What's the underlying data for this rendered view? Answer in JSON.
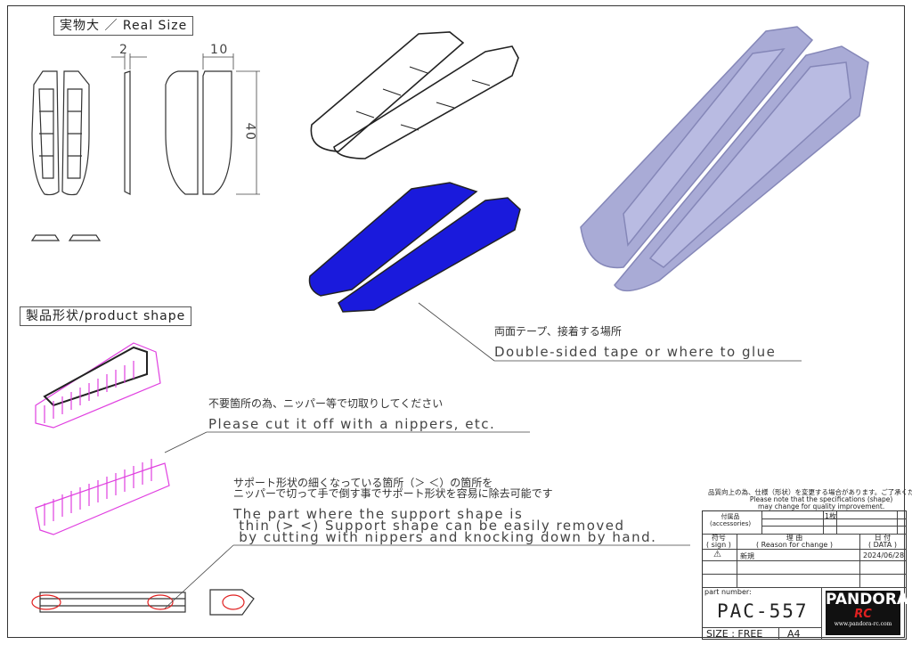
{
  "labels": {
    "real_size": "実物大 ／ Real Size",
    "product_shape": "製品形状/product shape"
  },
  "dimensions": {
    "thickness": "2",
    "width": "10",
    "height": "40"
  },
  "notes": {
    "tape_jp": "両面テープ、接着する場所",
    "tape_en": "Double-sided tape or where to glue",
    "cut_jp": "不要箇所の為、ニッパー等で切取りしてください",
    "cut_en": "Please cut it off with a nippers, etc.",
    "support_jp_1": "サポート形状の細くなっている箇所（＞ ＜）の箇所を",
    "support_jp_2": "ニッパーで切って手で倒す事でサポート形状を容易に除去可能です",
    "support_en_1": "The part where the support shape is",
    "support_en_2": " thin (> <) Support shape can be easily removed",
    "support_en_3": " by cutting with nippers and knocking down by hand."
  },
  "title_block": {
    "notice_jp": "品質向上の為、仕様（形状）を変更する場合があります。ご了承ください。",
    "notice_en_1": "Please note that the specifications (shape)",
    "notice_en_2": "may change for quality improvement.",
    "accessories_jp": "付属品",
    "accessories_en": "(accessories)",
    "count": "1枚",
    "sign_jp": "符号",
    "sign_en": "( sign )",
    "reason_jp": "理 由",
    "reason_en": "( Reason for change )",
    "date_jp": "日 付",
    "date_en": "( DATA )",
    "rev_symbol": "⚠",
    "rev_reason": "新規",
    "rev_date": "2024/06/28",
    "part_number_label": "part number:",
    "part_number": "PAC-557",
    "size": "SIZE : FREE",
    "paper": "A4",
    "logo_text": "PANDORA",
    "logo_sub": "RC",
    "logo_url": "www.pandora-rc.com"
  },
  "colors": {
    "blue": "#1a1adc",
    "magenta": "#e040e0",
    "shade": "#a9abd6"
  }
}
